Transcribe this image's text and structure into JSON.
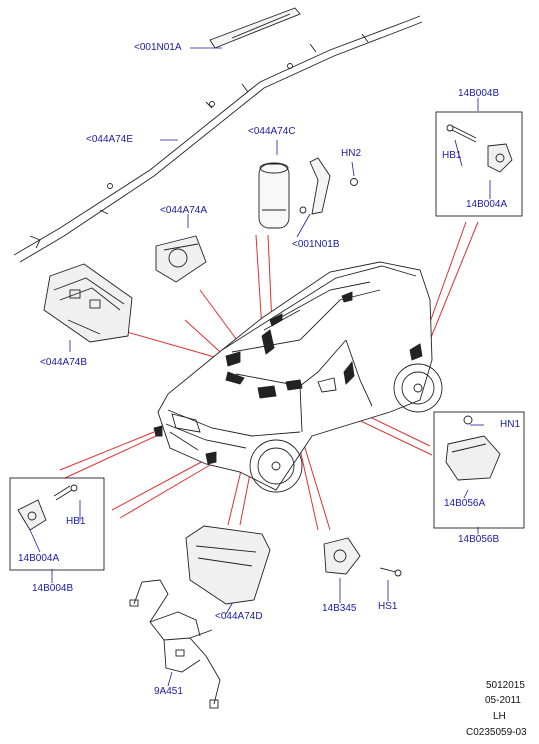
{
  "colors": {
    "label_text": "#1a1aa6",
    "leader_blue": "#1a1aa6",
    "leader_red": "#e03030",
    "line_art": "#222222",
    "background": "#ffffff"
  },
  "labels": {
    "curtain_airbag_roof": "<001N01A",
    "curtain_airbag": "<044A74E",
    "side_airbag_seat": "<044A74C",
    "bracket_b": "<001N01B",
    "nut_hn2": "HN2",
    "driver_airbag": "<044A74A",
    "passenger_airbag": "<044A74B",
    "knee_airbag": "<044A74D",
    "side_sensor_group": "14B004B",
    "side_sensor_bolt": "HB1",
    "side_sensor_part": "14B004A",
    "front_sensor_bolt": "HB1",
    "front_sensor_part": "14B004A",
    "front_sensor_group": "14B004B",
    "control_module_nut": "HN1",
    "control_module_part": "14B056A",
    "control_module_group": "14B056B",
    "clockspring": "14B345",
    "clockspring_screw": "HS1",
    "harness": "9A451"
  },
  "footer": {
    "line1": "5012015",
    "line2": "05-2011",
    "line3": "LH",
    "line4": "C0235059-03"
  }
}
